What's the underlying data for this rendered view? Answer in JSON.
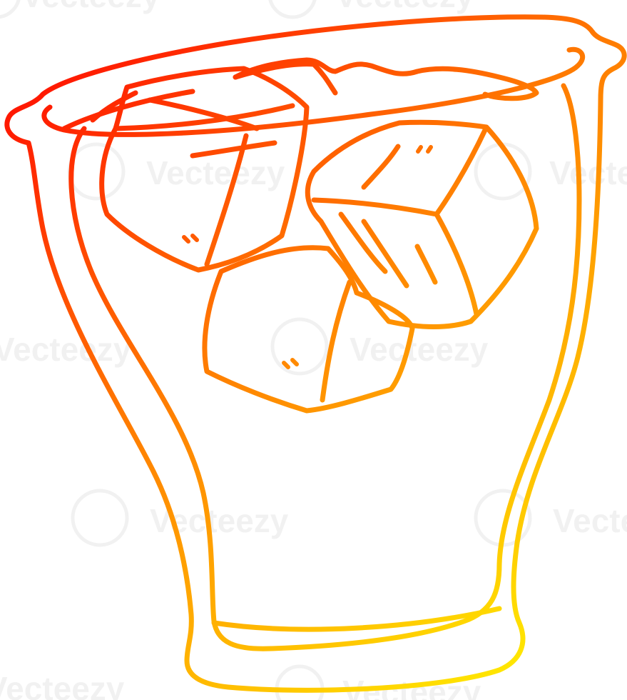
{
  "illustration": {
    "subject": "cartoon glass of iced drink",
    "style": "single-line outline drawing with warm gradient stroke",
    "gradient": {
      "start_color": "#ff0000",
      "mid_color": "#ff7a00",
      "end_color": "#ffee00",
      "direction": "top-left to bottom-right"
    },
    "background_color": "#ffffff",
    "ice_cube_count": 4,
    "watermark": {
      "text": "Vecteezy",
      "logo_name": "vecteezy-v-logo-icon",
      "repeated": true
    }
  }
}
